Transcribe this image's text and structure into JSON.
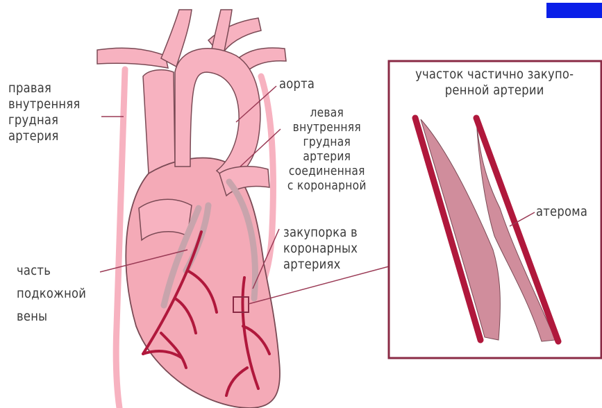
{
  "colors": {
    "heart_fill": "#f4aab7",
    "heart_stroke": "#7a4a55",
    "vessel_fill": "#f7b2c0",
    "artery_red": "#b0183c",
    "plaque": "#d08d9c",
    "inset_border": "#8a2a45",
    "leader_line": "#9a3a55",
    "blue_tab": "#0a1fe8",
    "text": "#3a3a3a"
  },
  "labels": {
    "right_internal_thoracic": "правая\nвнутренняя\nгрудная\nартерия",
    "aorta": "аорта",
    "left_internal_thoracic": "левая\nвнутренняя\nгрудная\nартерия\nсоединенная\nс коронарной",
    "blockage": "закупорка в\nкоронарных\nартериях",
    "saphenous_vein": "часть\nподкожной\nвены",
    "inset_title": "участок частично закупо-\nренной артерии",
    "atheroma": "атерома"
  }
}
